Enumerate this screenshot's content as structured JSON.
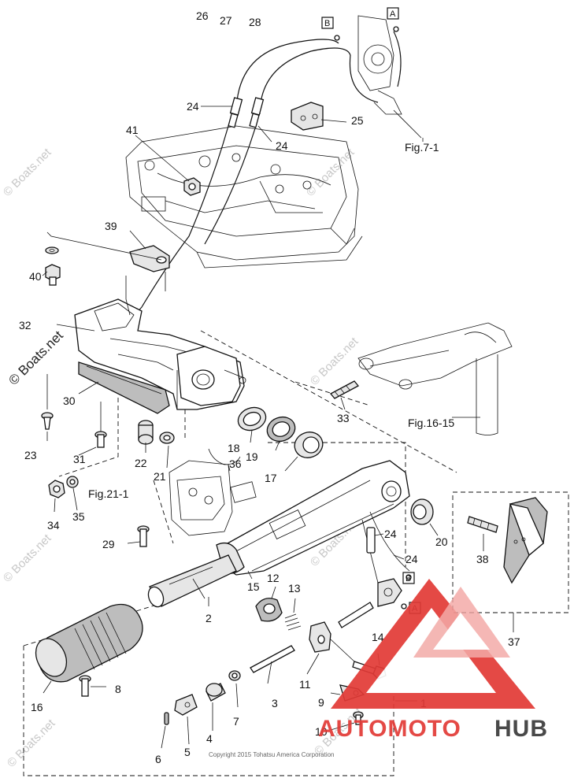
{
  "labels": [
    {
      "n": "26"
    },
    {
      "n": "27"
    },
    {
      "n": "28"
    },
    {
      "n": "24"
    },
    {
      "n": "25"
    },
    {
      "n": "24"
    },
    {
      "n": "41"
    },
    {
      "n": "39"
    },
    {
      "n": "40"
    },
    {
      "n": "32"
    },
    {
      "n": "30"
    },
    {
      "n": "23"
    },
    {
      "n": "31"
    },
    {
      "n": "22"
    },
    {
      "n": "21"
    },
    {
      "n": "18"
    },
    {
      "n": "19"
    },
    {
      "n": "17"
    },
    {
      "n": "36"
    },
    {
      "n": "33"
    },
    {
      "n": "34"
    },
    {
      "n": "35"
    },
    {
      "n": "29"
    },
    {
      "n": "15"
    },
    {
      "n": "12"
    },
    {
      "n": "13"
    },
    {
      "n": "2"
    },
    {
      "n": "24"
    },
    {
      "n": "24"
    },
    {
      "n": "20"
    },
    {
      "n": "38"
    },
    {
      "n": "37"
    },
    {
      "n": "14"
    },
    {
      "n": "11"
    },
    {
      "n": "16"
    },
    {
      "n": "8"
    },
    {
      "n": "3"
    },
    {
      "n": "9"
    },
    {
      "n": "1"
    },
    {
      "n": "7"
    },
    {
      "n": "4"
    },
    {
      "n": "5"
    },
    {
      "n": "6"
    },
    {
      "n": "10"
    }
  ],
  "figure_refs": {
    "fig_7_1": "Fig.7-1",
    "fig_16_15": "Fig.16-15",
    "fig_21_1": "Fig.21-1"
  },
  "connectors": {
    "a": "A",
    "b": "B"
  },
  "watermarks": {
    "small": "© Boats.net",
    "main": "© Boats.net"
  },
  "copyright": "Copyright 2015 Tohatsu America Corporation",
  "logo": {
    "word_1": "AUTOMOTO",
    "word_2": "HUB",
    "color_red": "#e23a36",
    "color_dark": "#3a3a3a",
    "color_pink": "#f2a3a0"
  }
}
